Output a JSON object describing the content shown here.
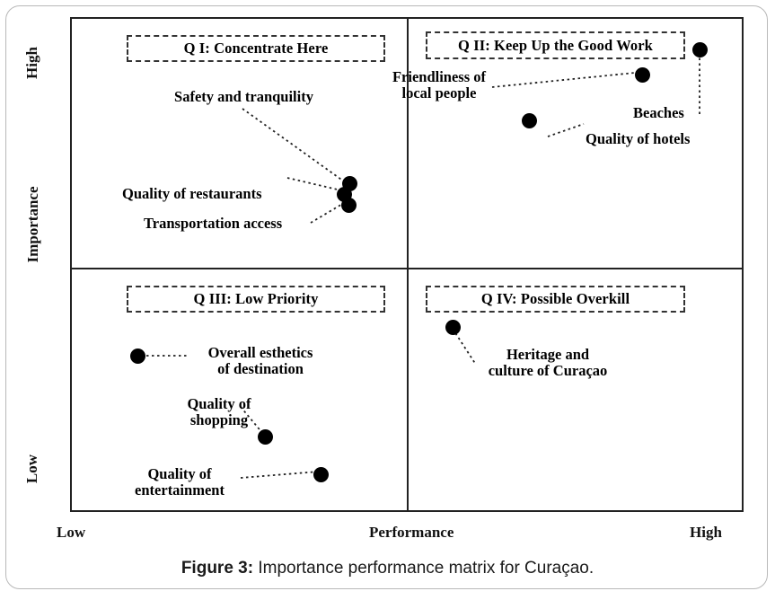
{
  "figure": {
    "caption_label": "Figure 3:",
    "caption_text": " Importance performance matrix for Curaçao."
  },
  "axes": {
    "x_title": "Performance",
    "x_low": "Low",
    "x_high": "High",
    "y_title": "Importance",
    "y_low": "Low",
    "y_high": "High"
  },
  "quadrants": {
    "q1": "Q I: Concentrate Here",
    "q2": "Q II: Keep Up the Good Work",
    "q3": "Q III: Low Priority",
    "q4": "Q IV: Possible Overkill"
  },
  "points": {
    "safety": "Safety and tranquility",
    "restaurants": "Quality of restaurants",
    "transportation": "Transportation access",
    "friendliness": "Friendliness of\nlocal people",
    "beaches": "Beaches",
    "hotels": "Quality of hotels",
    "esthetics": "Overall esthetics\nof destination",
    "shopping": "Quality of\nshopping",
    "entertainment": "Quality of\nentertainment",
    "heritage": "Heritage and\nculture of Curaçao"
  },
  "chart_data": {
    "type": "scatter",
    "title": "Importance performance matrix for Curaçao",
    "xlabel": "Performance",
    "ylabel": "Importance",
    "xlim": [
      0,
      100
    ],
    "ylim": [
      0,
      100
    ],
    "xticklabels": [
      "Low",
      "High"
    ],
    "yticklabels": [
      "Low",
      "High"
    ],
    "grid": false,
    "legend": "none",
    "quadrant_split": {
      "x": 50,
      "y": 50
    },
    "quadrant_labels": [
      {
        "id": "Q I",
        "name": "Q I: Concentrate Here",
        "region": "top-left"
      },
      {
        "id": "Q II",
        "name": "Q II: Keep Up the Good Work",
        "region": "top-right"
      },
      {
        "id": "Q III",
        "name": "Q III: Low Priority",
        "region": "bottom-left"
      },
      {
        "id": "Q IV",
        "name": "Q IV: Possible Overkill",
        "region": "bottom-right"
      }
    ],
    "points": [
      {
        "label": "Safety and tranquility",
        "quadrant": "Q I",
        "performance": 41.2,
        "importance": 66.8
      },
      {
        "label": "Quality of restaurants",
        "quadrant": "Q I",
        "performance": 40.4,
        "importance": 64.6
      },
      {
        "label": "Transportation access",
        "quadrant": "Q I",
        "performance": 41.1,
        "importance": 62.4
      },
      {
        "label": "Beaches",
        "quadrant": "Q II",
        "performance": 93.2,
        "importance": 93.8
      },
      {
        "label": "Friendliness of local people",
        "quadrant": "Q II",
        "performance": 84.7,
        "importance": 88.7
      },
      {
        "label": "Quality of hotels",
        "quadrant": "Q II",
        "performance": 67.9,
        "importance": 79.5
      },
      {
        "label": "Overall esthetics of destination",
        "quadrant": "Q III",
        "performance": 9.7,
        "importance": 31.9
      },
      {
        "label": "Quality of shopping",
        "quadrant": "Q III",
        "performance": 28.7,
        "importance": 15.6
      },
      {
        "label": "Quality of entertainment",
        "quadrant": "Q III",
        "performance": 36.9,
        "importance": 8.0
      },
      {
        "label": "Heritage and culture of Curaçao",
        "quadrant": "Q IV",
        "performance": 56.5,
        "importance": 37.7
      }
    ]
  }
}
